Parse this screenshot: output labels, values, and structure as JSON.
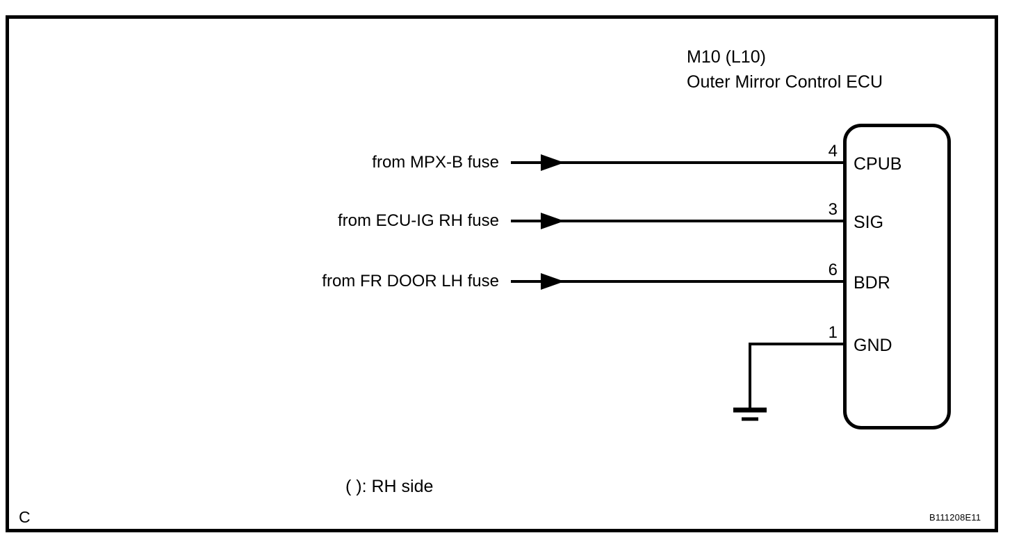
{
  "diagram": {
    "ecu": {
      "connector_id": "M10 (L10)",
      "name": "Outer Mirror Control ECU",
      "pins": [
        {
          "number": "4",
          "label": "CPUB",
          "source": "from MPX-B fuse",
          "type": "input-arrow"
        },
        {
          "number": "3",
          "label": "SIG",
          "source": "from ECU-IG RH fuse",
          "type": "input-arrow"
        },
        {
          "number": "6",
          "label": "BDR",
          "source": "from FR DOOR LH fuse",
          "type": "input-arrow"
        },
        {
          "number": "1",
          "label": "GND",
          "source": "",
          "type": "ground"
        }
      ]
    },
    "notes": {
      "rh_side": "( ): RH side"
    },
    "corner_mark": "C",
    "figure_code": "B111208E11",
    "colors": {
      "line": "#000000",
      "background": "#ffffff"
    }
  }
}
